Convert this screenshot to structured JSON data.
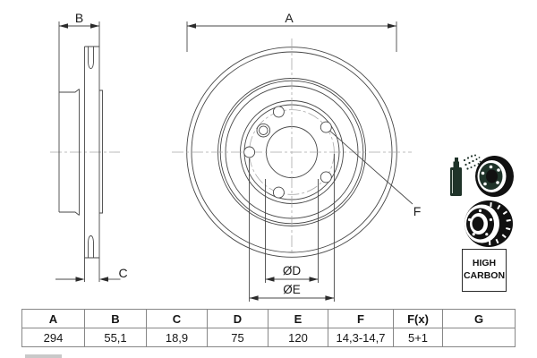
{
  "drawing": {
    "dim_labels": {
      "a": "A",
      "b": "B",
      "c": "C",
      "d": "ØD",
      "e": "ØE",
      "f": "F"
    }
  },
  "icons": {
    "coating": "spray-coating-disc-icon",
    "disc": "vented-brake-disc-icon"
  },
  "badge": {
    "high_carbon": "HIGH CARBON"
  },
  "table": {
    "headers": [
      "A",
      "B",
      "C",
      "D",
      "E",
      "F",
      "F(x)",
      "G"
    ],
    "values": [
      "294",
      "55,1",
      "18,9",
      "75",
      "120",
      "14,3-14,7",
      "5+1",
      ""
    ]
  }
}
